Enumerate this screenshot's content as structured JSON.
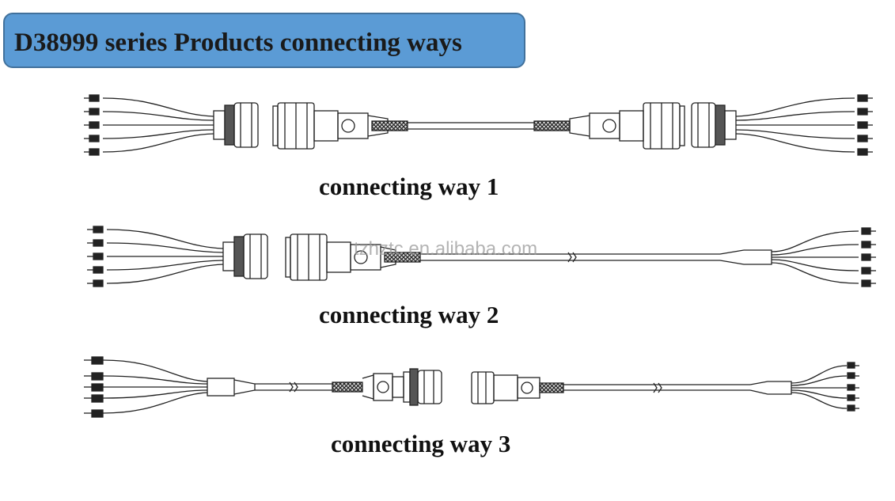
{
  "header": {
    "title": "D38999 series Products connecting ways"
  },
  "ways": [
    {
      "caption": "connecting way 1"
    },
    {
      "caption": "connecting way 2"
    },
    {
      "caption": "connecting way 3"
    }
  ],
  "watermark": "tzhztc.en.alibaba.com",
  "colors": {
    "title_bg": "#5b9bd5",
    "title_border": "#41719c",
    "line": "#222222"
  }
}
